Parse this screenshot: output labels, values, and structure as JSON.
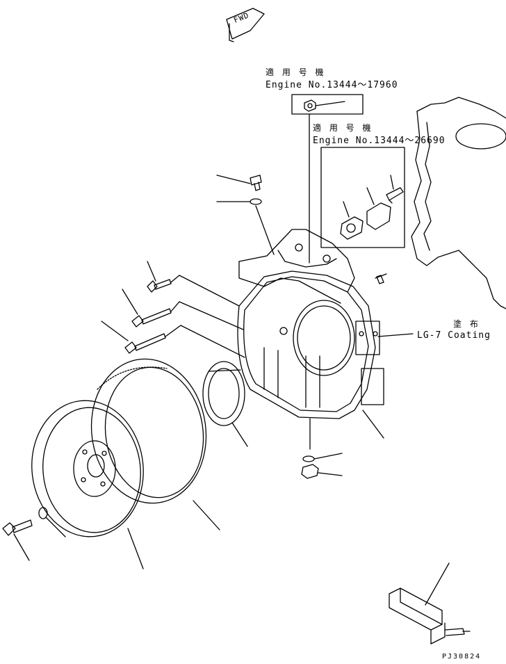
{
  "fwd_label": "FWD",
  "notes": [
    {
      "jp": "適 用 号 機",
      "en": "Engine No.13444～17960"
    },
    {
      "jp": "適 用 号 機",
      "en": "Engine No.13444～26690"
    }
  ],
  "coating": {
    "jp": "塗 布",
    "en": "LG-7 Coating"
  },
  "drawing_number": "PJ30824"
}
